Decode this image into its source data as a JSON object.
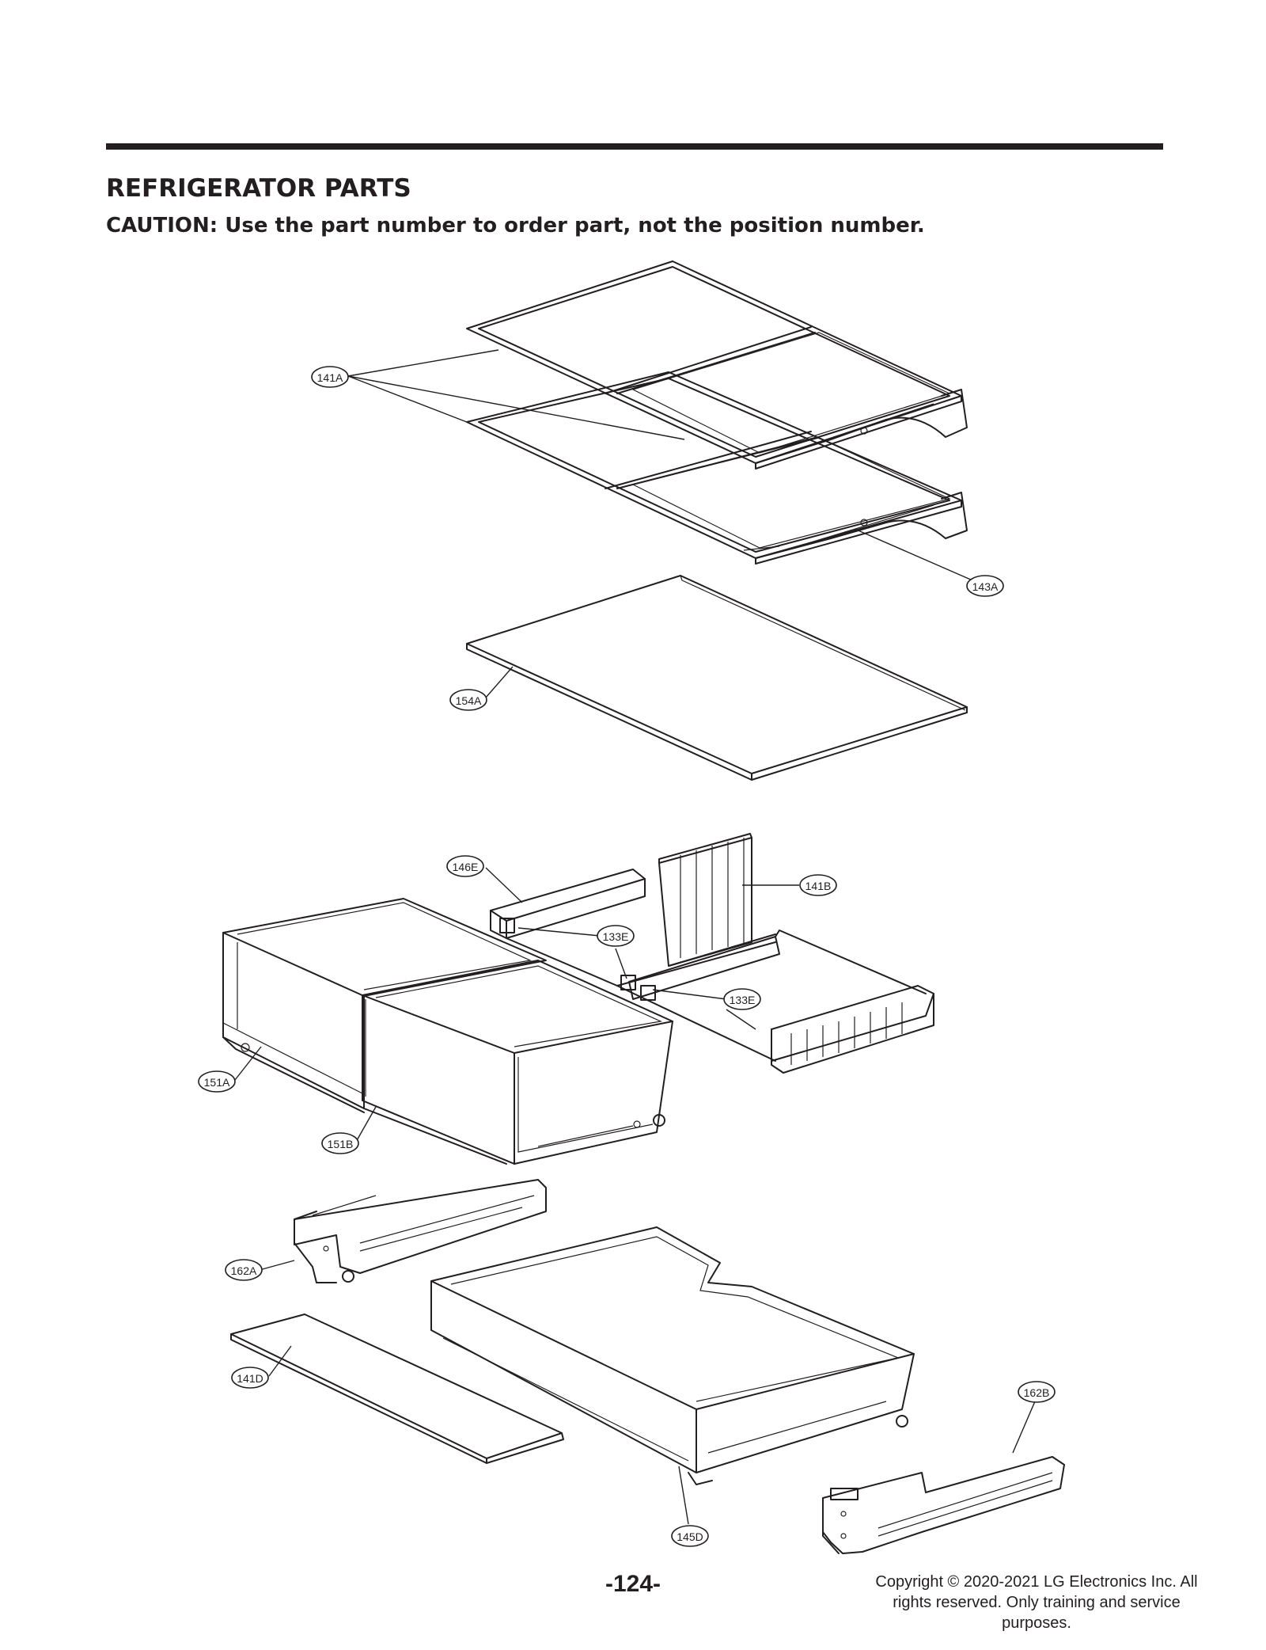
{
  "header": {
    "title": "REFRIGERATOR PARTS",
    "caution": "CAUTION: Use the part number to order part, not the position number."
  },
  "callouts": {
    "c141A": "141A",
    "c143A": "143A",
    "c154A": "154A",
    "c146E": "146E",
    "c141B": "141B",
    "c133E_1": "133E",
    "c133E_2": "133E",
    "c151A": "151A",
    "c151B": "151B",
    "c162A": "162A",
    "c141D": "141D",
    "c162B": "162B",
    "c145D": "145D"
  },
  "footer": {
    "page_number": "-124-",
    "copyright_line1": "Copyright © 2020-2021 LG Electronics Inc. All",
    "copyright_line2": "rights reserved. Only training and service",
    "copyright_line3": "purposes."
  }
}
